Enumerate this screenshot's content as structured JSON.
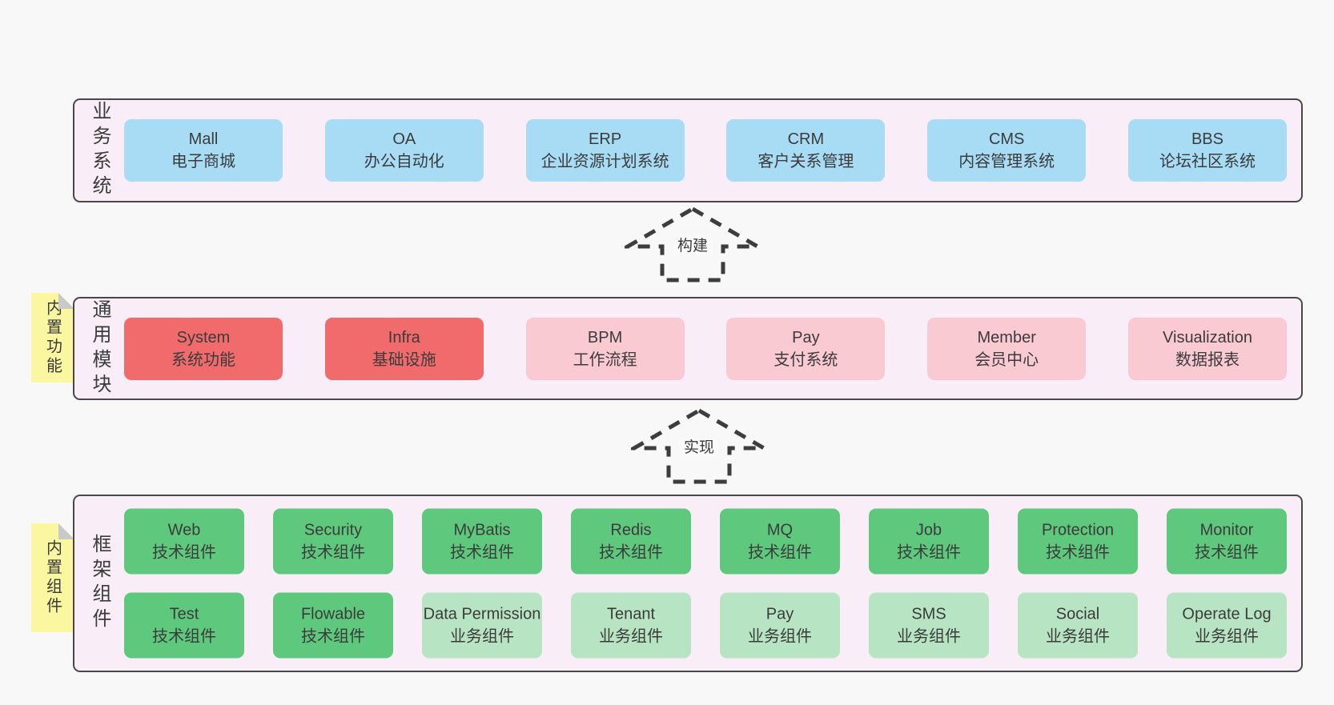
{
  "colors": {
    "text": "#3b3b3b",
    "border": "#484848",
    "layer-bg": "#f9eef7",
    "blue": "#a8dcf5",
    "red": "#f16b6c",
    "pink": "#facad2",
    "green": "#5ec87d",
    "lightgreen": "#b7e5c3",
    "yellow": "#fbf7a1",
    "fold": "#c9c9c9",
    "arrow": "#3d3d3d"
  },
  "layers": [
    {
      "label": "业务系统",
      "boxes": [
        {
          "title": "Mall",
          "subtitle": "电子商城",
          "variant": "blue"
        },
        {
          "title": "OA",
          "subtitle": "办公自动化",
          "variant": "blue"
        },
        {
          "title": "ERP",
          "subtitle": "企业资源计划系统",
          "variant": "blue"
        },
        {
          "title": "CRM",
          "subtitle": "客户关系管理",
          "variant": "blue"
        },
        {
          "title": "CMS",
          "subtitle": "内容管理系统",
          "variant": "blue"
        },
        {
          "title": "BBS",
          "subtitle": "论坛社区系统",
          "variant": "blue"
        }
      ]
    },
    {
      "label": "通用模块",
      "sticky": "内置功能",
      "boxes": [
        {
          "title": "System",
          "subtitle": "系统功能",
          "variant": "red"
        },
        {
          "title": "Infra",
          "subtitle": "基础设施",
          "variant": "red"
        },
        {
          "title": "BPM",
          "subtitle": "工作流程",
          "variant": "pink"
        },
        {
          "title": "Pay",
          "subtitle": "支付系统",
          "variant": "pink"
        },
        {
          "title": "Member",
          "subtitle": "会员中心",
          "variant": "pink"
        },
        {
          "title": "Visualization",
          "subtitle": "数据报表",
          "variant": "pink"
        }
      ]
    },
    {
      "label": "框架组件",
      "sticky": "内置组件",
      "rows": [
        [
          {
            "title": "Web",
            "subtitle": "技术组件",
            "variant": "green"
          },
          {
            "title": "Security",
            "subtitle": "技术组件",
            "variant": "green"
          },
          {
            "title": "MyBatis",
            "subtitle": "技术组件",
            "variant": "green"
          },
          {
            "title": "Redis",
            "subtitle": "技术组件",
            "variant": "green"
          },
          {
            "title": "MQ",
            "subtitle": "技术组件",
            "variant": "green"
          },
          {
            "title": "Job",
            "subtitle": "技术组件",
            "variant": "green"
          },
          {
            "title": "Protection",
            "subtitle": "技术组件",
            "variant": "green"
          },
          {
            "title": "Monitor",
            "subtitle": "技术组件",
            "variant": "green"
          }
        ],
        [
          {
            "title": "Test",
            "subtitle": "技术组件",
            "variant": "green"
          },
          {
            "title": "Flowable",
            "subtitle": "技术组件",
            "variant": "green"
          },
          {
            "title": "Data Permission",
            "subtitle": "业务组件",
            "variant": "lightgreen"
          },
          {
            "title": "Tenant",
            "subtitle": "业务组件",
            "variant": "lightgreen"
          },
          {
            "title": "Pay",
            "subtitle": "业务组件",
            "variant": "lightgreen"
          },
          {
            "title": "SMS",
            "subtitle": "业务组件",
            "variant": "lightgreen"
          },
          {
            "title": "Social",
            "subtitle": "业务组件",
            "variant": "lightgreen"
          },
          {
            "title": "Operate Log",
            "subtitle": "业务组件",
            "variant": "lightgreen"
          }
        ]
      ]
    }
  ],
  "arrows": [
    {
      "label": "构建"
    },
    {
      "label": "实现"
    }
  ]
}
